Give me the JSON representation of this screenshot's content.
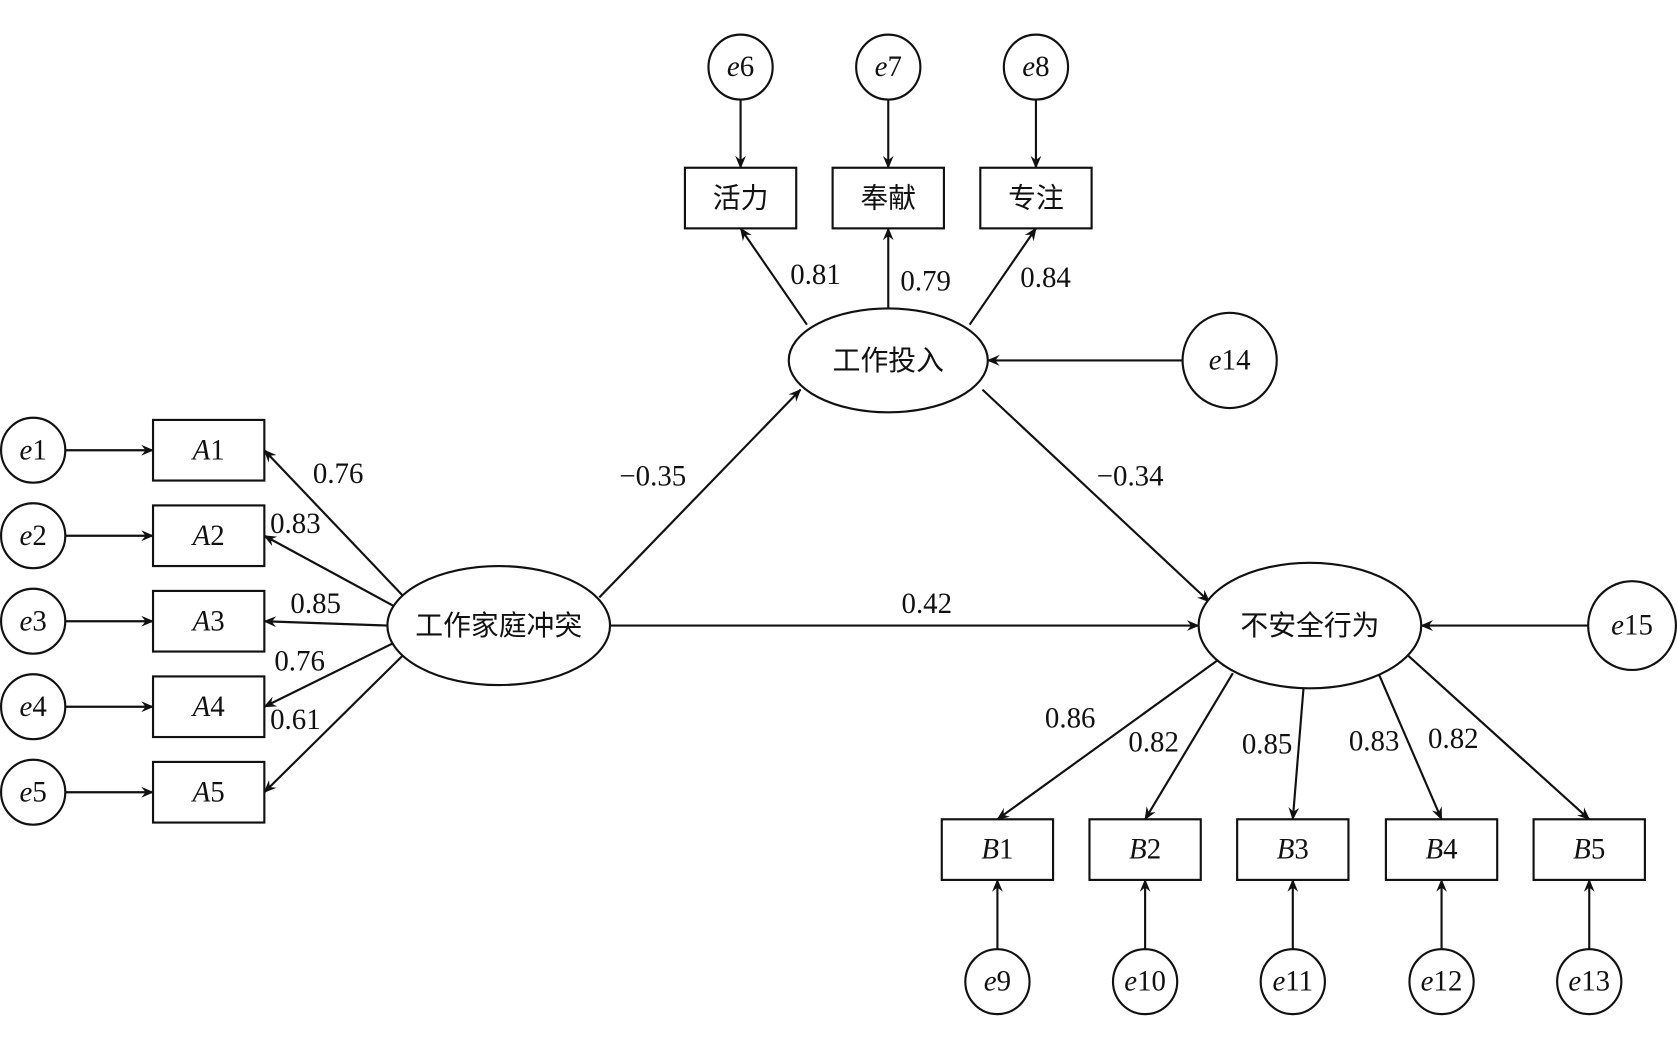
{
  "diagram": {
    "type": "structural-equation-model",
    "latents": [
      {
        "id": "WFC",
        "label": "工作家庭冲突"
      },
      {
        "id": "WE",
        "label": "工作投入"
      },
      {
        "id": "UB",
        "label": "不安全行为"
      }
    ],
    "indicators": [
      {
        "id": "A1",
        "letter": "A",
        "num": "1",
        "latent": "WFC",
        "loading": "0.76",
        "error": {
          "e": "e",
          "n": "1"
        }
      },
      {
        "id": "A2",
        "letter": "A",
        "num": "2",
        "latent": "WFC",
        "loading": "0.83",
        "error": {
          "e": "e",
          "n": "2"
        }
      },
      {
        "id": "A3",
        "letter": "A",
        "num": "3",
        "latent": "WFC",
        "loading": "0.85",
        "error": {
          "e": "e",
          "n": "3"
        }
      },
      {
        "id": "A4",
        "letter": "A",
        "num": "4",
        "latent": "WFC",
        "loading": "0.76",
        "error": {
          "e": "e",
          "n": "4"
        }
      },
      {
        "id": "A5",
        "letter": "A",
        "num": "5",
        "latent": "WFC",
        "loading": "0.61",
        "error": {
          "e": "e",
          "n": "5"
        }
      },
      {
        "id": "V",
        "label": "活力",
        "latent": "WE",
        "loading": "0.81",
        "error": {
          "e": "e",
          "n": "6"
        }
      },
      {
        "id": "D",
        "label": "奉献",
        "latent": "WE",
        "loading": "0.79",
        "error": {
          "e": "e",
          "n": "7"
        }
      },
      {
        "id": "F",
        "label": "专注",
        "latent": "WE",
        "loading": "0.84",
        "error": {
          "e": "e",
          "n": "8"
        }
      },
      {
        "id": "B1",
        "letter": "B",
        "num": "1",
        "latent": "UB",
        "loading": "0.86",
        "error": {
          "e": "e",
          "n": "9"
        }
      },
      {
        "id": "B2",
        "letter": "B",
        "num": "2",
        "latent": "UB",
        "loading": "0.82",
        "error": {
          "e": "e",
          "n": "10"
        }
      },
      {
        "id": "B3",
        "letter": "B",
        "num": "3",
        "latent": "UB",
        "loading": "0.85",
        "error": {
          "e": "e",
          "n": "11"
        }
      },
      {
        "id": "B4",
        "letter": "B",
        "num": "4",
        "latent": "UB",
        "loading": "0.83",
        "error": {
          "e": "e",
          "n": "12"
        }
      },
      {
        "id": "B5",
        "letter": "B",
        "num": "5",
        "latent": "UB",
        "loading": "0.82",
        "error": {
          "e": "e",
          "n": "13"
        }
      }
    ],
    "disturbances": [
      {
        "target": "WE",
        "e": "e",
        "n": "14"
      },
      {
        "target": "UB",
        "e": "e",
        "n": "15"
      }
    ],
    "paths": [
      {
        "from": "WFC",
        "to": "WE",
        "coef": "−0.35"
      },
      {
        "from": "WE",
        "to": "UB",
        "coef": "−0.34"
      },
      {
        "from": "WFC",
        "to": "UB",
        "coef": "0.42"
      }
    ]
  }
}
